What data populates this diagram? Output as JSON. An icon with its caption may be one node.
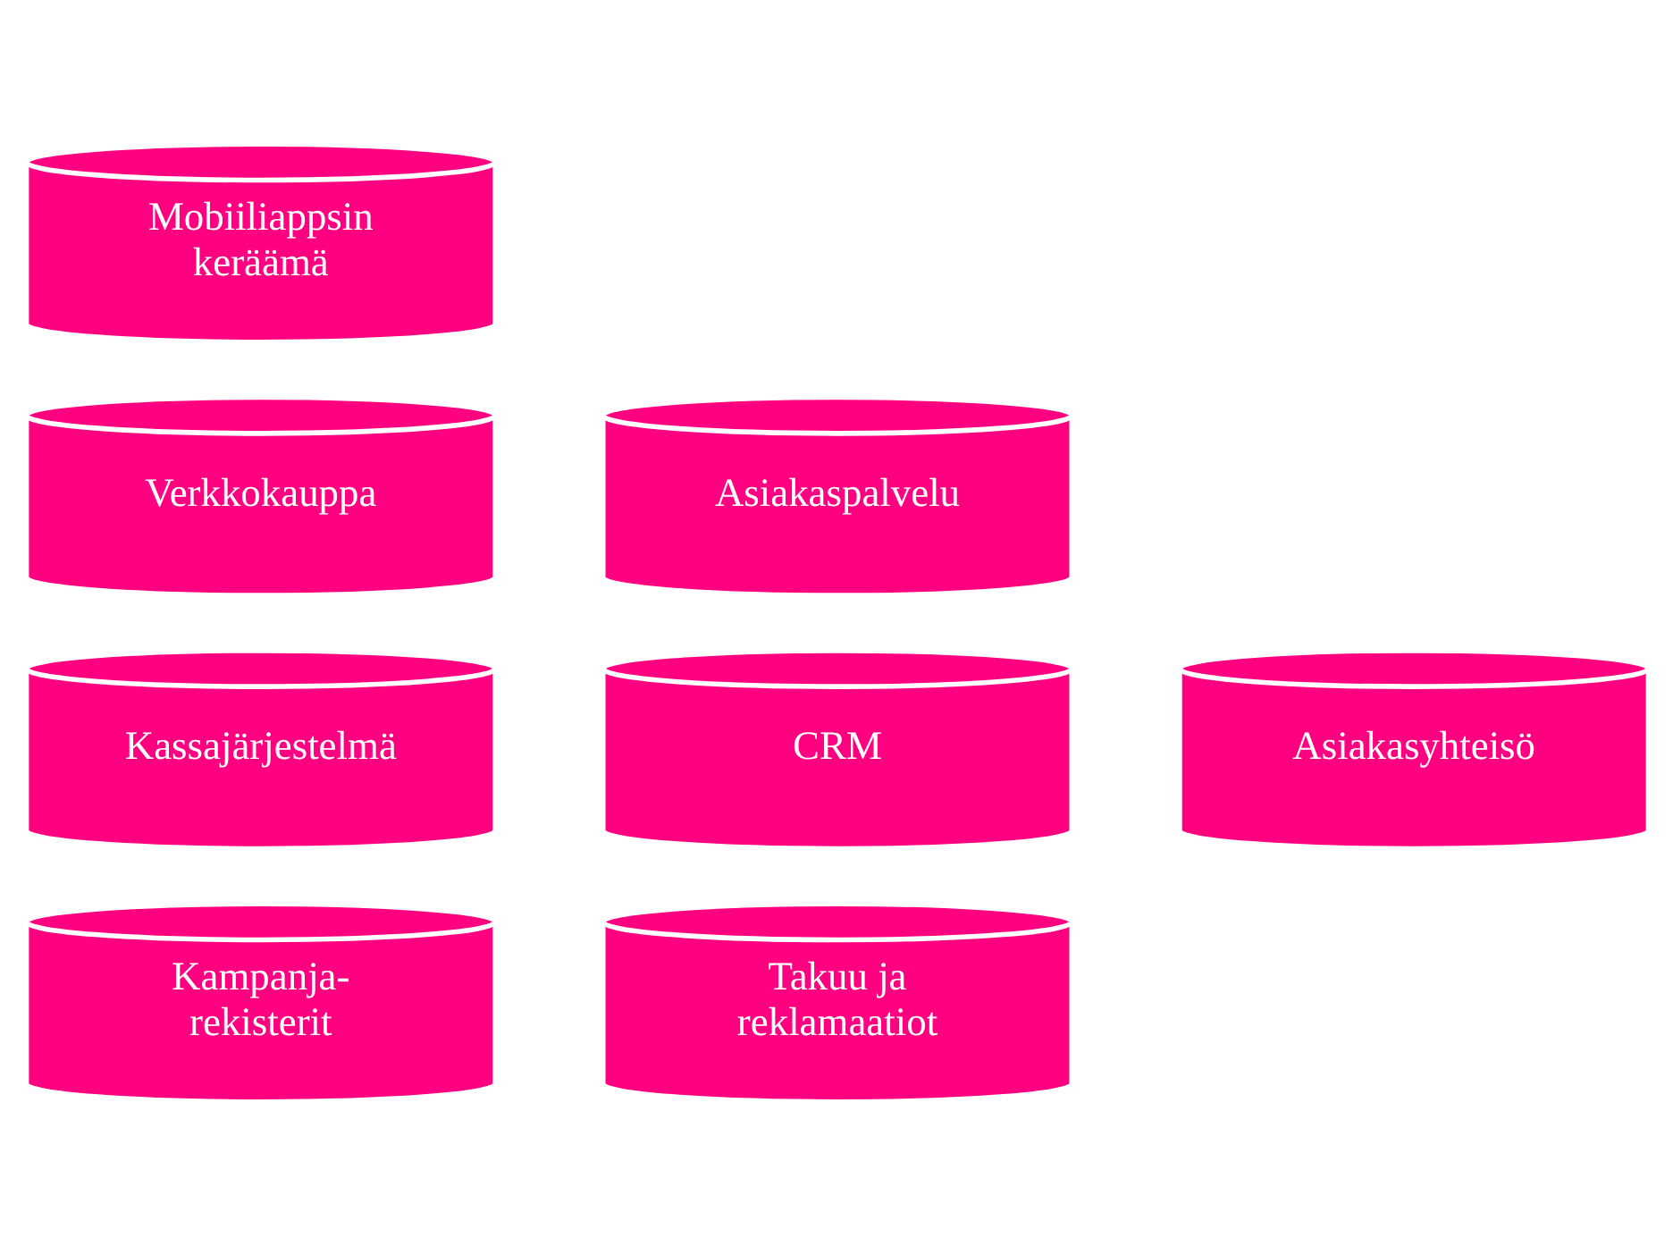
{
  "diagram": {
    "nodes": [
      {
        "text": [
          "Mobiiliappsin keräämä"
        ]
      },
      {
        "text": [
          "Verkkokauppa"
        ]
      },
      {
        "text": [
          "Asiakaspalvelu"
        ]
      },
      {
        "text": [
          "Kassajärjestelmä"
        ]
      },
      {
        "text": [
          "CRM"
        ]
      },
      {
        "text": [
          "Asiakasyhteisö"
        ]
      },
      {
        "text": [
          "Kampanja- rekisterit"
        ]
      },
      {
        "text": [
          "Takuu ja reklamaatiot"
        ]
      }
    ]
  }
}
